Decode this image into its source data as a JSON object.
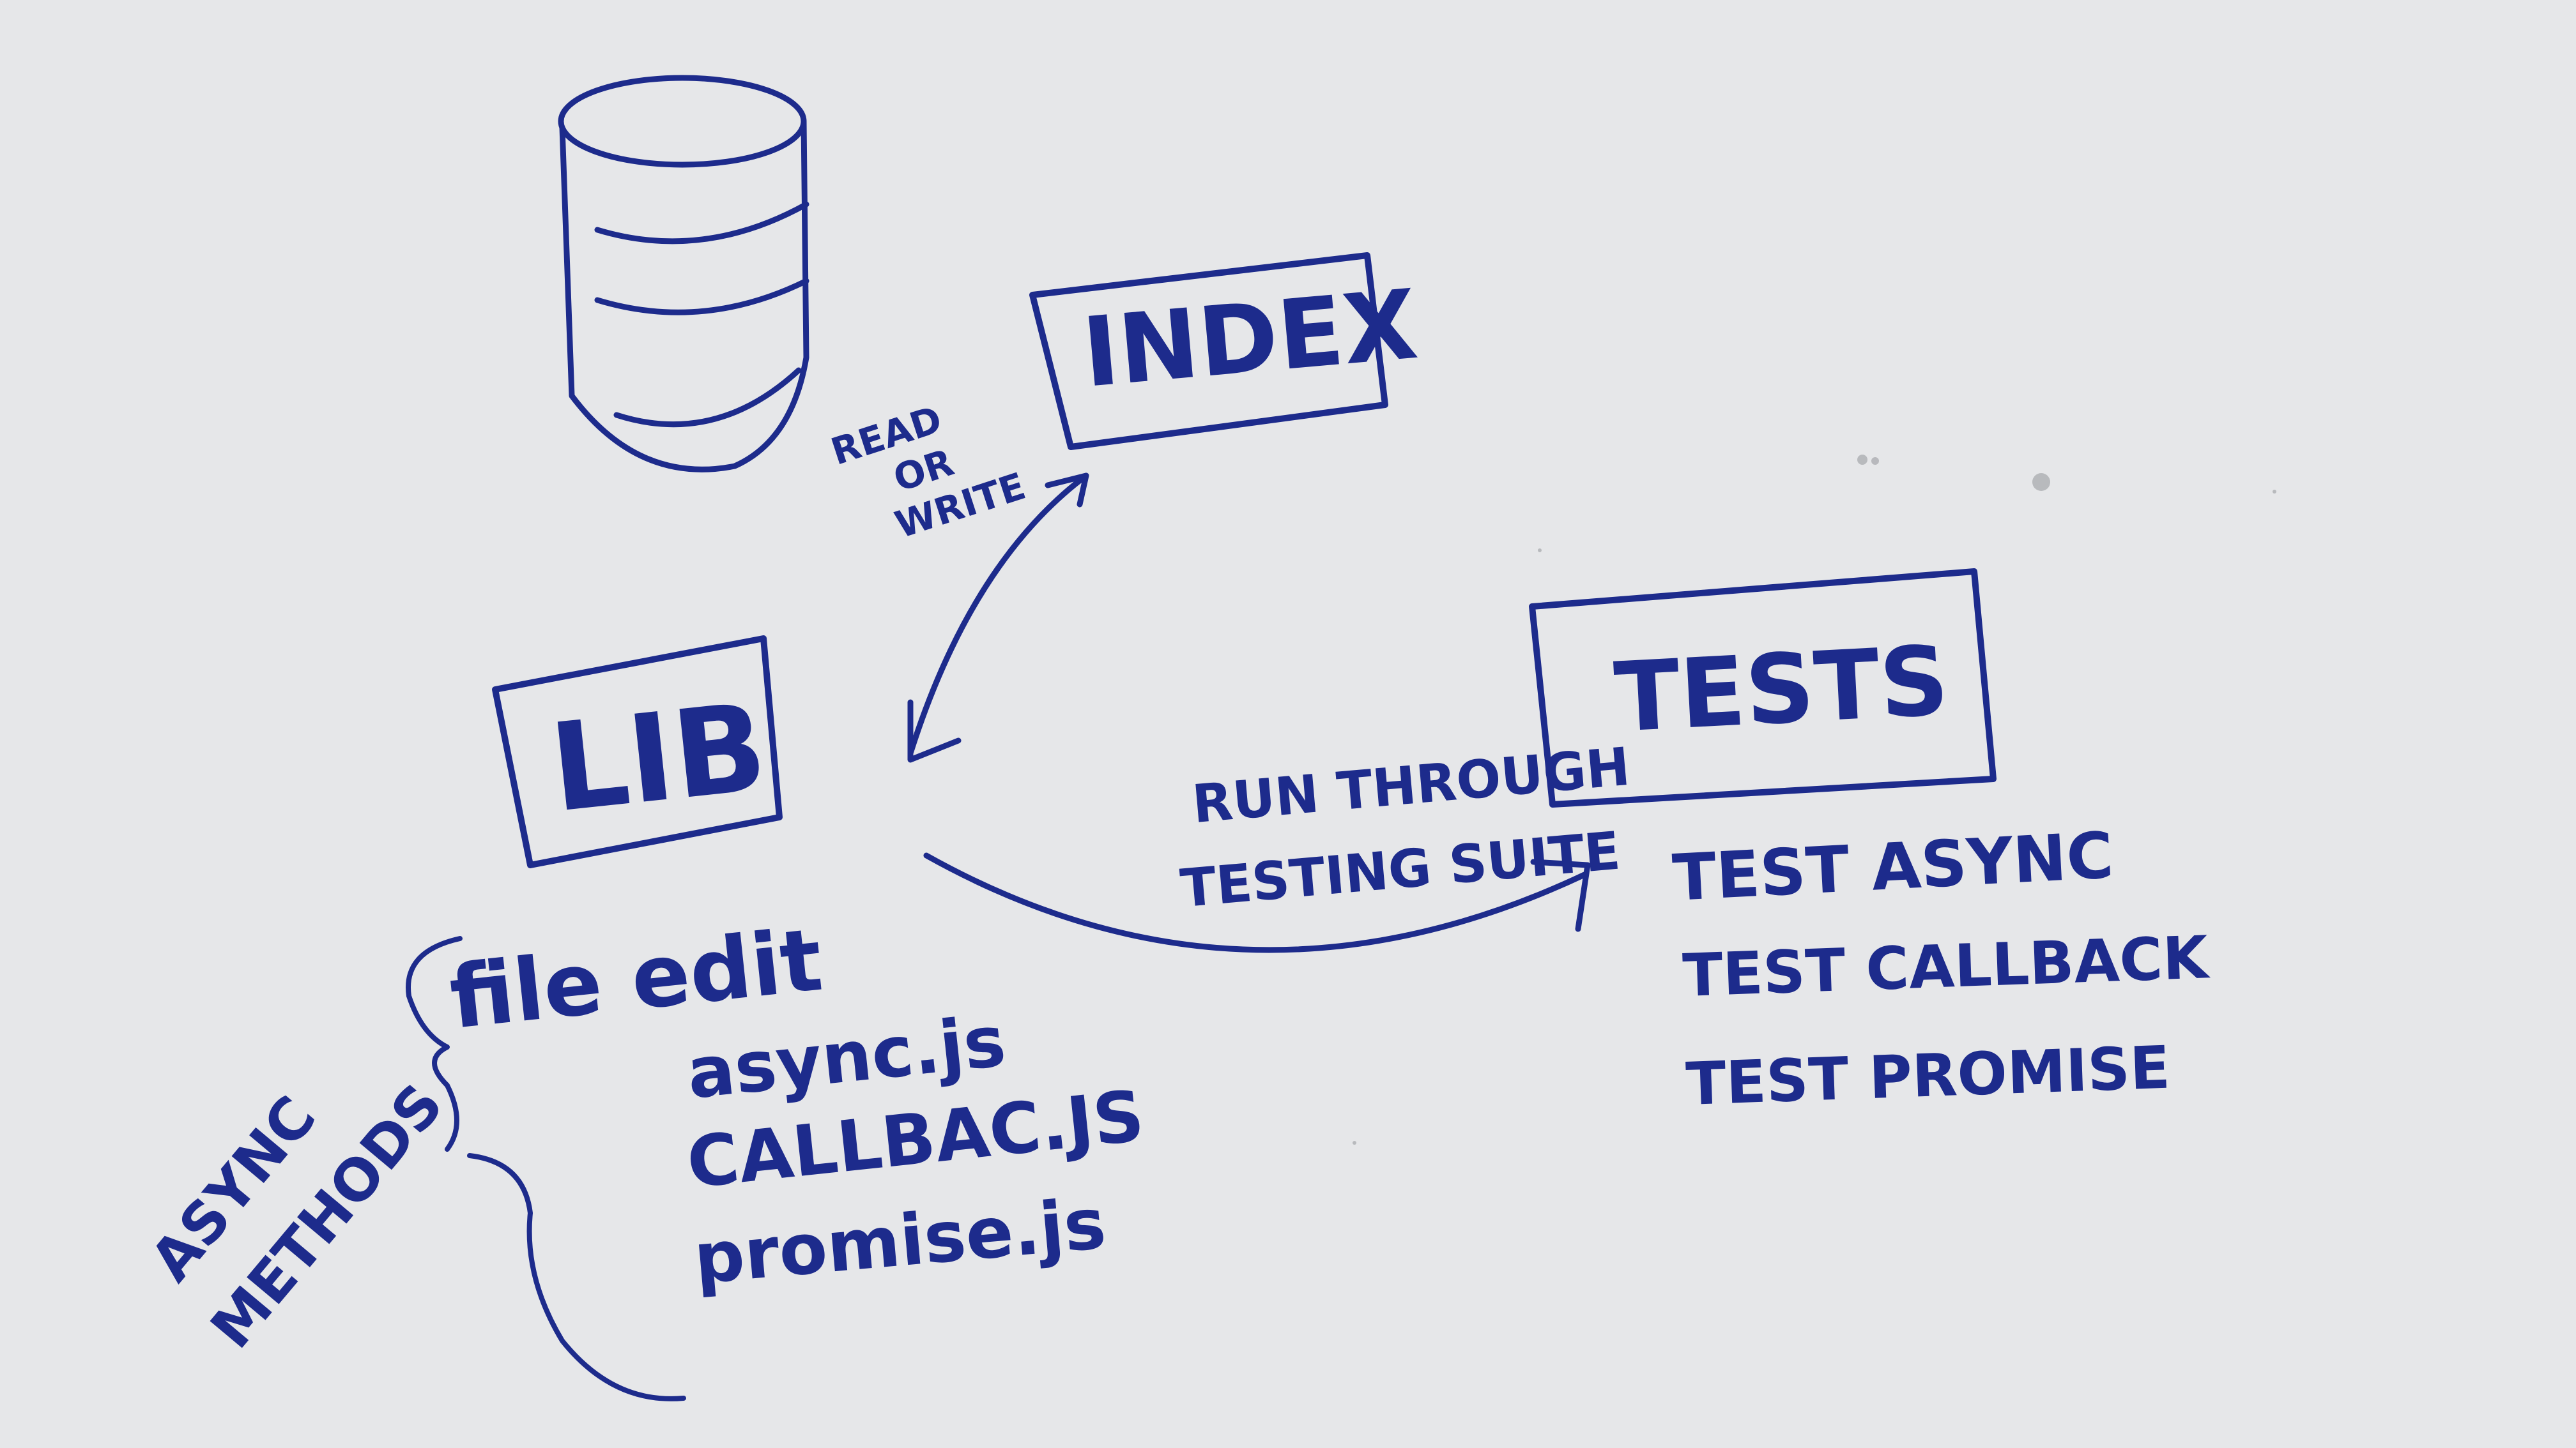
{
  "colors": {
    "ink": "#1d2b8c",
    "board": "#e6e7e9"
  },
  "nodes": {
    "index": "INDEX",
    "lib": "LIB",
    "tests": "TESTS"
  },
  "edge_labels": {
    "read_write": [
      "READ",
      "OR",
      "WRITE"
    ],
    "run_through": [
      "RUN THROUGH",
      "TESTING SUITE"
    ]
  },
  "lib_notes": {
    "file_edit": "file edit",
    "async_methods_line1": "ASYNC",
    "async_methods_line2": "METHODS",
    "files": [
      "async.js",
      "CALLBAC.JS",
      "promise.js"
    ]
  },
  "test_list": [
    "TEST ASYNC",
    "TEST CALLBACK",
    "TEST PROMISE"
  ]
}
